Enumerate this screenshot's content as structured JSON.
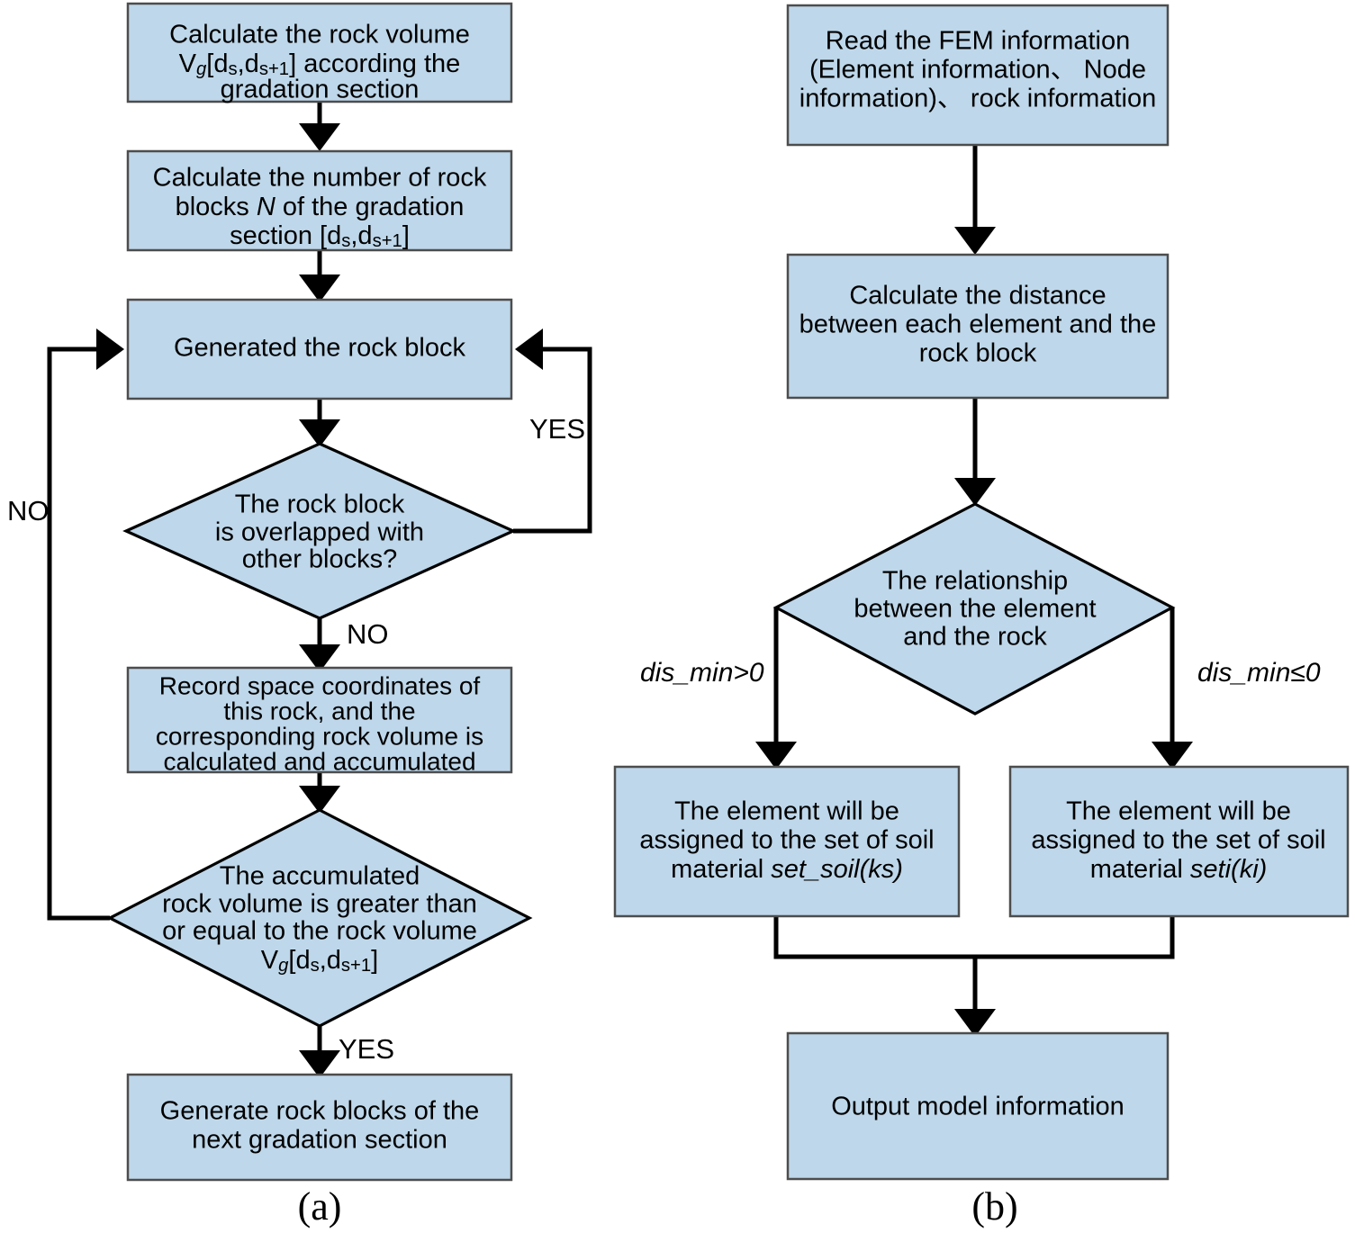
{
  "figure": {
    "panels": [
      {
        "caption": "(a)",
        "name": "rock-block-generation-flowchart"
      },
      {
        "caption": "(b)",
        "name": "element-material-assignment-flowchart"
      }
    ],
    "colors": {
      "node_fill": "#bed7ea",
      "node_stroke": "#4d4d4d",
      "diamond_stroke": "#000000",
      "connector": "#000000",
      "background": "#ffffff"
    }
  },
  "panel_a": {
    "nodes": {
      "calc_volume": {
        "type": "process",
        "lines": [
          [
            {
              "t": "Calculate the rock volume"
            }
          ],
          [
            {
              "t": "V"
            },
            {
              "t": "g",
              "style": "italic-sub"
            },
            {
              "t": "[d"
            },
            {
              "t": "s",
              "style": "sub"
            },
            {
              "t": ",d"
            },
            {
              "t": "s+1",
              "style": "sub"
            },
            {
              "t": "] according the"
            }
          ],
          [
            {
              "t": "gradation section"
            }
          ]
        ],
        "plain": "Calculate the rock volume Vg[ds,ds+1] according the gradation section"
      },
      "calc_number": {
        "type": "process",
        "lines": [
          [
            {
              "t": "Calculate the number of rock"
            }
          ],
          [
            {
              "t": "blocks "
            },
            {
              "t": "N",
              "style": "italic"
            },
            {
              "t": " of the gradation"
            }
          ],
          [
            {
              "t": "section [d"
            },
            {
              "t": "s",
              "style": "sub"
            },
            {
              "t": ",d"
            },
            {
              "t": "s+1",
              "style": "sub"
            },
            {
              "t": "]"
            }
          ]
        ],
        "plain": "Calculate the number of rock blocks N of the gradation section [ds,ds+1]"
      },
      "generate_block": {
        "type": "process",
        "lines": [
          [
            {
              "t": "Generated the rock block"
            }
          ]
        ],
        "plain": "Generated the rock block"
      },
      "overlap_check": {
        "type": "decision",
        "lines": [
          [
            {
              "t": "The rock block"
            }
          ],
          [
            {
              "t": "is overlapped with"
            }
          ],
          [
            {
              "t": "other blocks?"
            }
          ]
        ],
        "plain": "The rock block is overlapped with other blocks?"
      },
      "record_coords": {
        "type": "process",
        "lines": [
          [
            {
              "t": "Record space coordinates of"
            }
          ],
          [
            {
              "t": "this rock, and the"
            }
          ],
          [
            {
              "t": "corresponding rock volume is"
            }
          ],
          [
            {
              "t": "calculated and accumulated"
            }
          ]
        ],
        "plain": "Record space coordinates of this rock, and the corresponding rock volume is calculated and accumulated"
      },
      "volume_check": {
        "type": "decision",
        "lines": [
          [
            {
              "t": "The  accumulated"
            }
          ],
          [
            {
              "t": "rock volume is greater than"
            }
          ],
          [
            {
              "t": "or equal to the rock volume"
            }
          ],
          [
            {
              "t": "V"
            },
            {
              "t": "g",
              "style": "italic-sub"
            },
            {
              "t": "[d"
            },
            {
              "t": "s",
              "style": "sub"
            },
            {
              "t": ",d"
            },
            {
              "t": "s+1",
              "style": "sub"
            },
            {
              "t": "]"
            }
          ]
        ],
        "plain": "The accumulated rock volume is greater than or equal to the rock volume Vg[ds,ds+1]"
      },
      "next_section": {
        "type": "process",
        "lines": [
          [
            {
              "t": "Generate  rock blocks of the"
            }
          ],
          [
            {
              "t": "next gradation section"
            }
          ]
        ],
        "plain": "Generate rock blocks of the next gradation section"
      }
    },
    "edge_labels": {
      "overlap_yes": "YES",
      "overlap_no": "NO",
      "volume_no": "NO",
      "volume_yes": "YES"
    }
  },
  "panel_b": {
    "nodes": {
      "read_fem": {
        "type": "process",
        "lines": [
          [
            {
              "t": "Read the FEM information"
            }
          ],
          [
            {
              "t": "(Element information、 Node"
            }
          ],
          [
            {
              "t": "information)、 rock information"
            }
          ]
        ],
        "plain": "Read the FEM information (Element information、Node information)、rock information"
      },
      "calc_distance": {
        "type": "process",
        "lines": [
          [
            {
              "t": "Calculate the distance"
            }
          ],
          [
            {
              "t": "between each element and the"
            }
          ],
          [
            {
              "t": "rock block"
            }
          ]
        ],
        "plain": "Calculate the distance between each element and the rock block"
      },
      "relationship": {
        "type": "decision",
        "lines": [
          [
            {
              "t": "The relationship"
            }
          ],
          [
            {
              "t": "between the element"
            }
          ],
          [
            {
              "t": "and the rock"
            }
          ]
        ],
        "plain": "The relationship between the element and the rock"
      },
      "assign_soil": {
        "type": "process",
        "lines": [
          [
            {
              "t": "The element will be"
            }
          ],
          [
            {
              "t": "assigned to the set of soil"
            }
          ],
          [
            {
              "t": "material "
            },
            {
              "t": "set_soil(ks)",
              "style": "italic"
            }
          ]
        ],
        "plain": "The element will be assigned to the set of soil material set_soil(ks)"
      },
      "assign_rock": {
        "type": "process",
        "lines": [
          [
            {
              "t": "The element will be"
            }
          ],
          [
            {
              "t": "assigned to the set of soil"
            }
          ],
          [
            {
              "t": "material "
            },
            {
              "t": "seti(ki)",
              "style": "italic"
            }
          ]
        ],
        "plain": "The element will be assigned to the set of soil material seti(ki)"
      },
      "output_model": {
        "type": "process",
        "lines": [
          [
            {
              "t": "Output model information"
            }
          ]
        ],
        "plain": "Output model information"
      }
    },
    "edge_labels": {
      "branch_left": "dis_min>0",
      "branch_right": "dis_min≤0"
    }
  }
}
